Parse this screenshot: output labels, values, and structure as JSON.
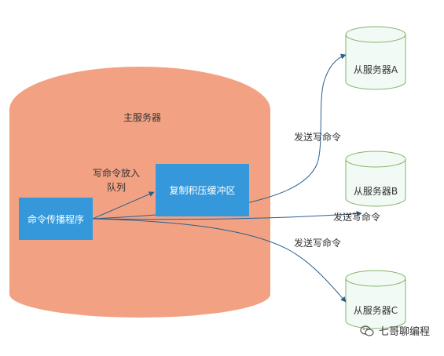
{
  "master": {
    "label": "主服务器",
    "fill": "#f2a283"
  },
  "propagator": {
    "label": "命令传播程序",
    "fill": "#3498db"
  },
  "backlog": {
    "label": "复制积压缓冲区",
    "fill": "#3498db"
  },
  "queue_label_line1": "写命令放入",
  "queue_label_line2": "队列",
  "send_label_a": "发送写命令",
  "send_label_b": "发送写命令",
  "send_label_c": "发送写命令",
  "slaves": [
    {
      "label": "从服务器A"
    },
    {
      "label": "从服务器B"
    },
    {
      "label": "从服务器C"
    }
  ],
  "slave_stroke": "#82b366",
  "slave_fill": "#f1faf5",
  "arrow_color": "#2a5f8e",
  "watermark": {
    "text": "七哥聊编程",
    "icon": "wechat-icon"
  }
}
